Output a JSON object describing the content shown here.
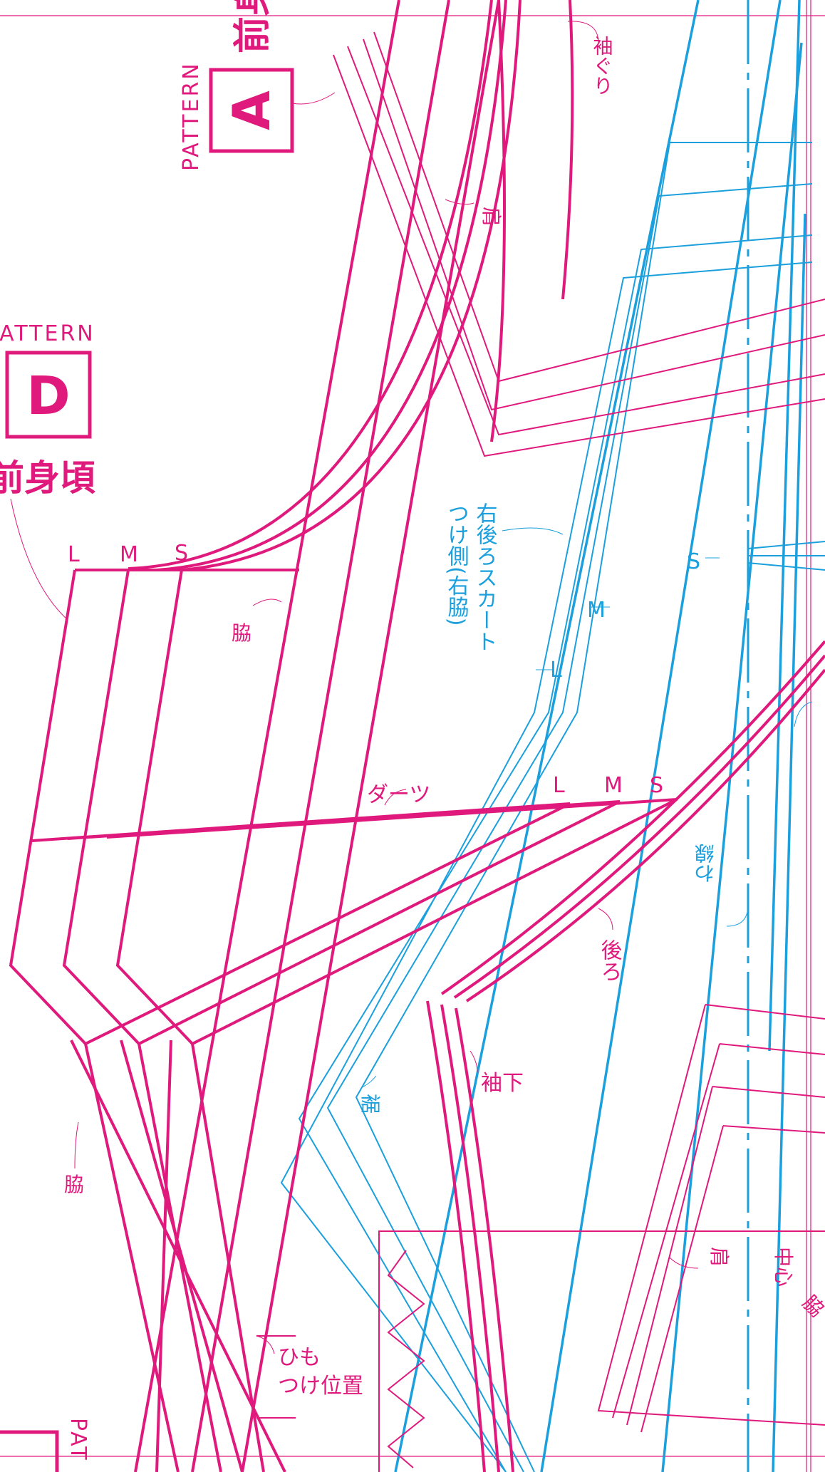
{
  "colors": {
    "pink": "#e0197d",
    "blue": "#1ba0dd",
    "background": "#ffffff"
  },
  "pattern_a": {
    "word": "PATTERN",
    "letter": "A",
    "title": "前身"
  },
  "pattern_d": {
    "word": "PATTERN",
    "letter": "D",
    "title": "前身頃"
  },
  "pattern_bottom": {
    "word": "PAT"
  },
  "size_labels": {
    "l": "L",
    "m": "M",
    "s": "S"
  },
  "labels": {
    "sodeguri": "袖ぐり",
    "kata_top": "肩",
    "waki_upper": "脇",
    "darts": "ダーツ",
    "ushiro": "後ろ",
    "sodeshita": "袖下",
    "waki_lower": "脇",
    "himo_line1": "ひも",
    "himo_line2": "つけ位置",
    "skirt_line1": "右後ろスカート",
    "skirt_line2": "つけ側(右脇)",
    "susono": "裾",
    "wasen": "わ線",
    "kata_bottom": "肩",
    "chushin": "中心",
    "waki_right": "脇"
  }
}
